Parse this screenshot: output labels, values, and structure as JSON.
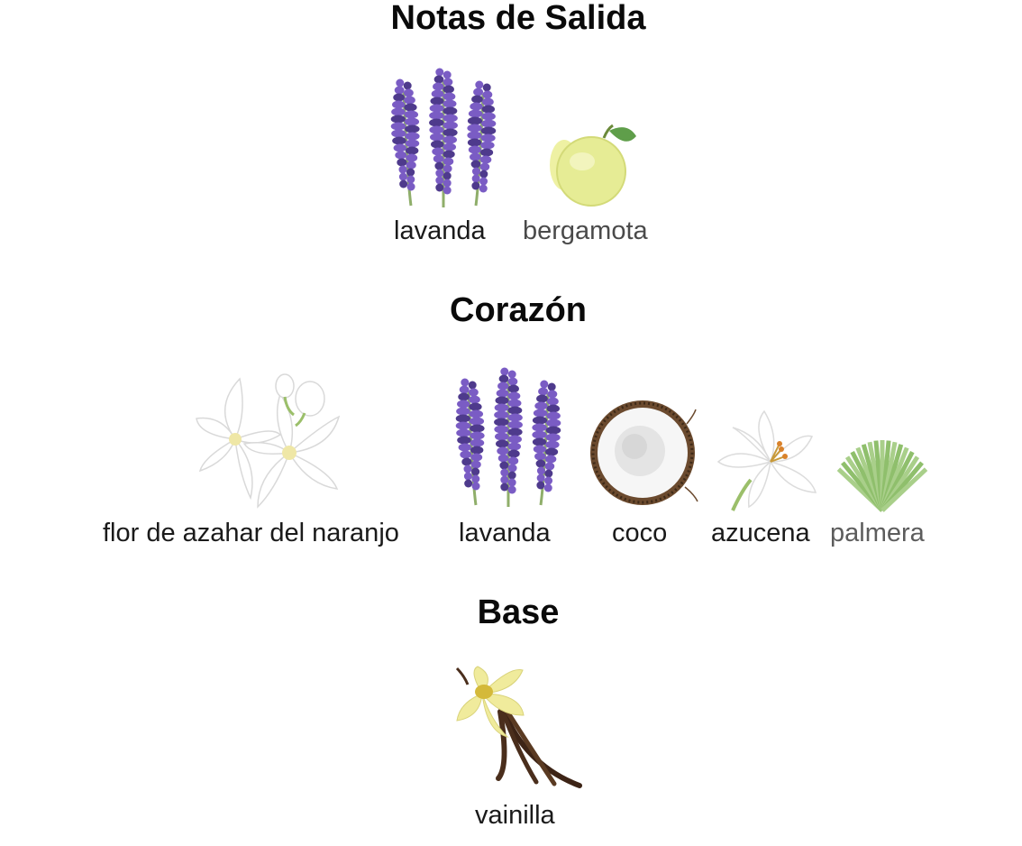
{
  "sections": {
    "top": {
      "title": "Notas de Salida",
      "notes": [
        {
          "label": "lavanda",
          "icon": "lavender-icon"
        },
        {
          "label": "bergamota",
          "icon": "bergamot-icon"
        }
      ]
    },
    "heart": {
      "title": "Corazón",
      "notes": [
        {
          "label": "flor de azahar del naranjo",
          "icon": "orange-blossom-icon"
        },
        {
          "label": "lavanda",
          "icon": "lavender-icon"
        },
        {
          "label": "coco",
          "icon": "coconut-icon"
        },
        {
          "label": "azucena",
          "icon": "lily-icon"
        },
        {
          "label": "palmera",
          "icon": "palm-leaf-icon"
        }
      ]
    },
    "base": {
      "title": "Base",
      "notes": [
        {
          "label": "vainilla",
          "icon": "vanilla-icon"
        }
      ]
    }
  },
  "colors": {
    "lavender": "#7a5cc4",
    "lavender_dark": "#4e3a8c",
    "stem": "#8fae6a",
    "bergamot": "#e9ee9a",
    "leaf": "#5f9e4a",
    "coconut_shell": "#6b4a2e",
    "palm": "#a9cf8a",
    "vanilla_flower": "#f0eb9c",
    "vanilla_pod": "#4a2e1c"
  }
}
